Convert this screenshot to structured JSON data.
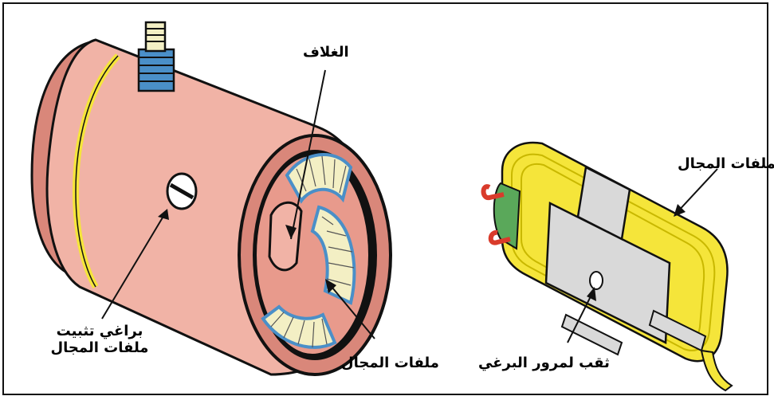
{
  "labels": {
    "housing": "الغلاف",
    "field_coils_motor": "ملفات المجال",
    "mount_screw_line1": "براغي تثبيت",
    "mount_screw_line2": "ملفات المجال",
    "field_coils_coil": "ملفات المجال",
    "bolt_hole": "ثقب لمرور البرغي"
  },
  "colors": {
    "housing": "#f1b3a6",
    "housing_dark": "#d9877a",
    "coil_yellow": "#f5e53a",
    "coil_dark": "#c9b800",
    "pole_shoe": "#d9d9d9",
    "winding": "#f3efc4",
    "winding_edge": "#4a8fc8",
    "terminal_green": "#5aa85a",
    "terminal_red": "#d93b2b"
  }
}
